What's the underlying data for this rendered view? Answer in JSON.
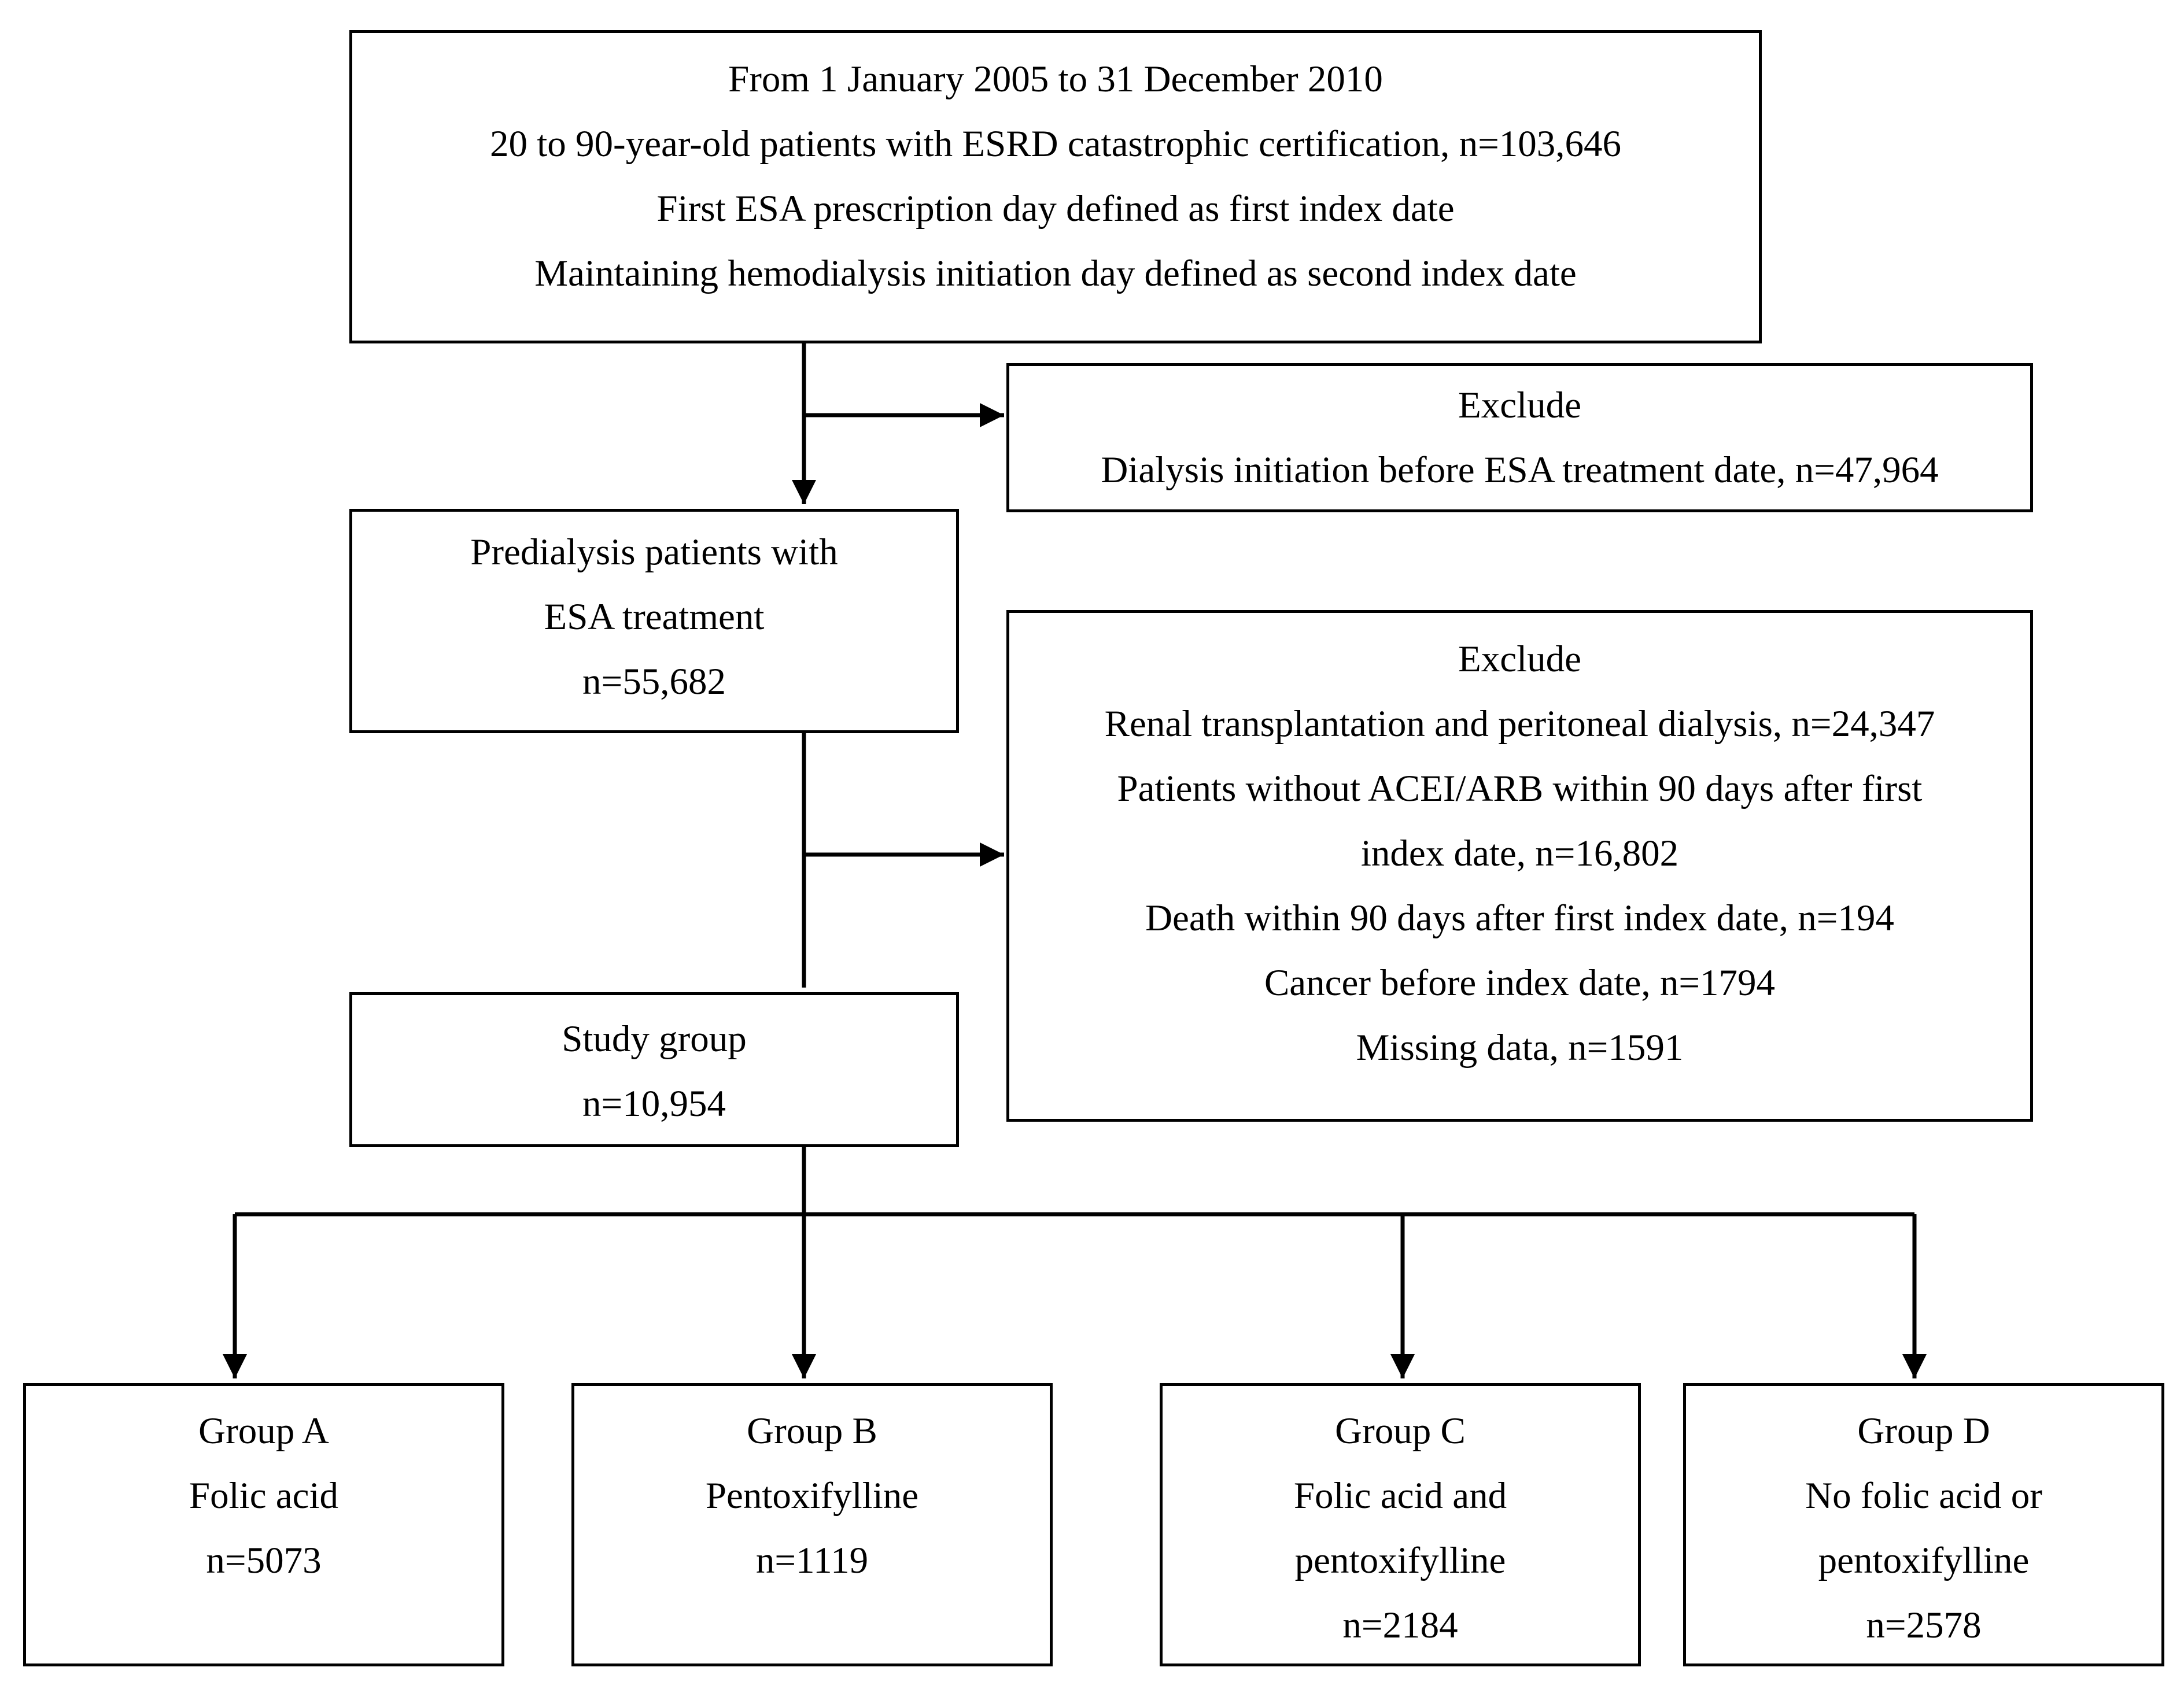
{
  "source_box": {
    "lines": [
      "From 1 January 2005 to 31 December 2010",
      "20 to 90-year-old patients with ESRD catastrophic certification, n=103,646",
      "First ESA prescription day defined as first index date",
      "Maintaining hemodialysis initiation day defined as second index date"
    ]
  },
  "exclude_1": {
    "lines": [
      "Exclude",
      "Dialysis initiation before ESA treatment date, n=47,964"
    ]
  },
  "predialysis_box": {
    "lines": [
      "Predialysis patients with",
      "ESA treatment",
      "n=55,682"
    ]
  },
  "exclude_2": {
    "lines": [
      "Exclude",
      "Renal transplantation and peritoneal dialysis, n=24,347",
      "Patients without ACEI/ARB within 90 days after first",
      "index date, n=16,802",
      "Death within 90 days after first index date, n=194",
      "Cancer before index date, n=1794",
      "Missing data, n=1591"
    ]
  },
  "study_group_box": {
    "lines": [
      "Study group",
      "n=10,954"
    ]
  },
  "groups": [
    {
      "lines": [
        "Group A",
        "Folic acid",
        "n=5073"
      ]
    },
    {
      "lines": [
        "Group B",
        "Pentoxifylline",
        "n=1119"
      ]
    },
    {
      "lines": [
        "Group C",
        "Folic acid and",
        "pentoxifylline",
        "n=2184"
      ]
    },
    {
      "lines": [
        "Group D",
        "No folic acid or",
        "pentoxifylline",
        "n=2578"
      ]
    }
  ]
}
